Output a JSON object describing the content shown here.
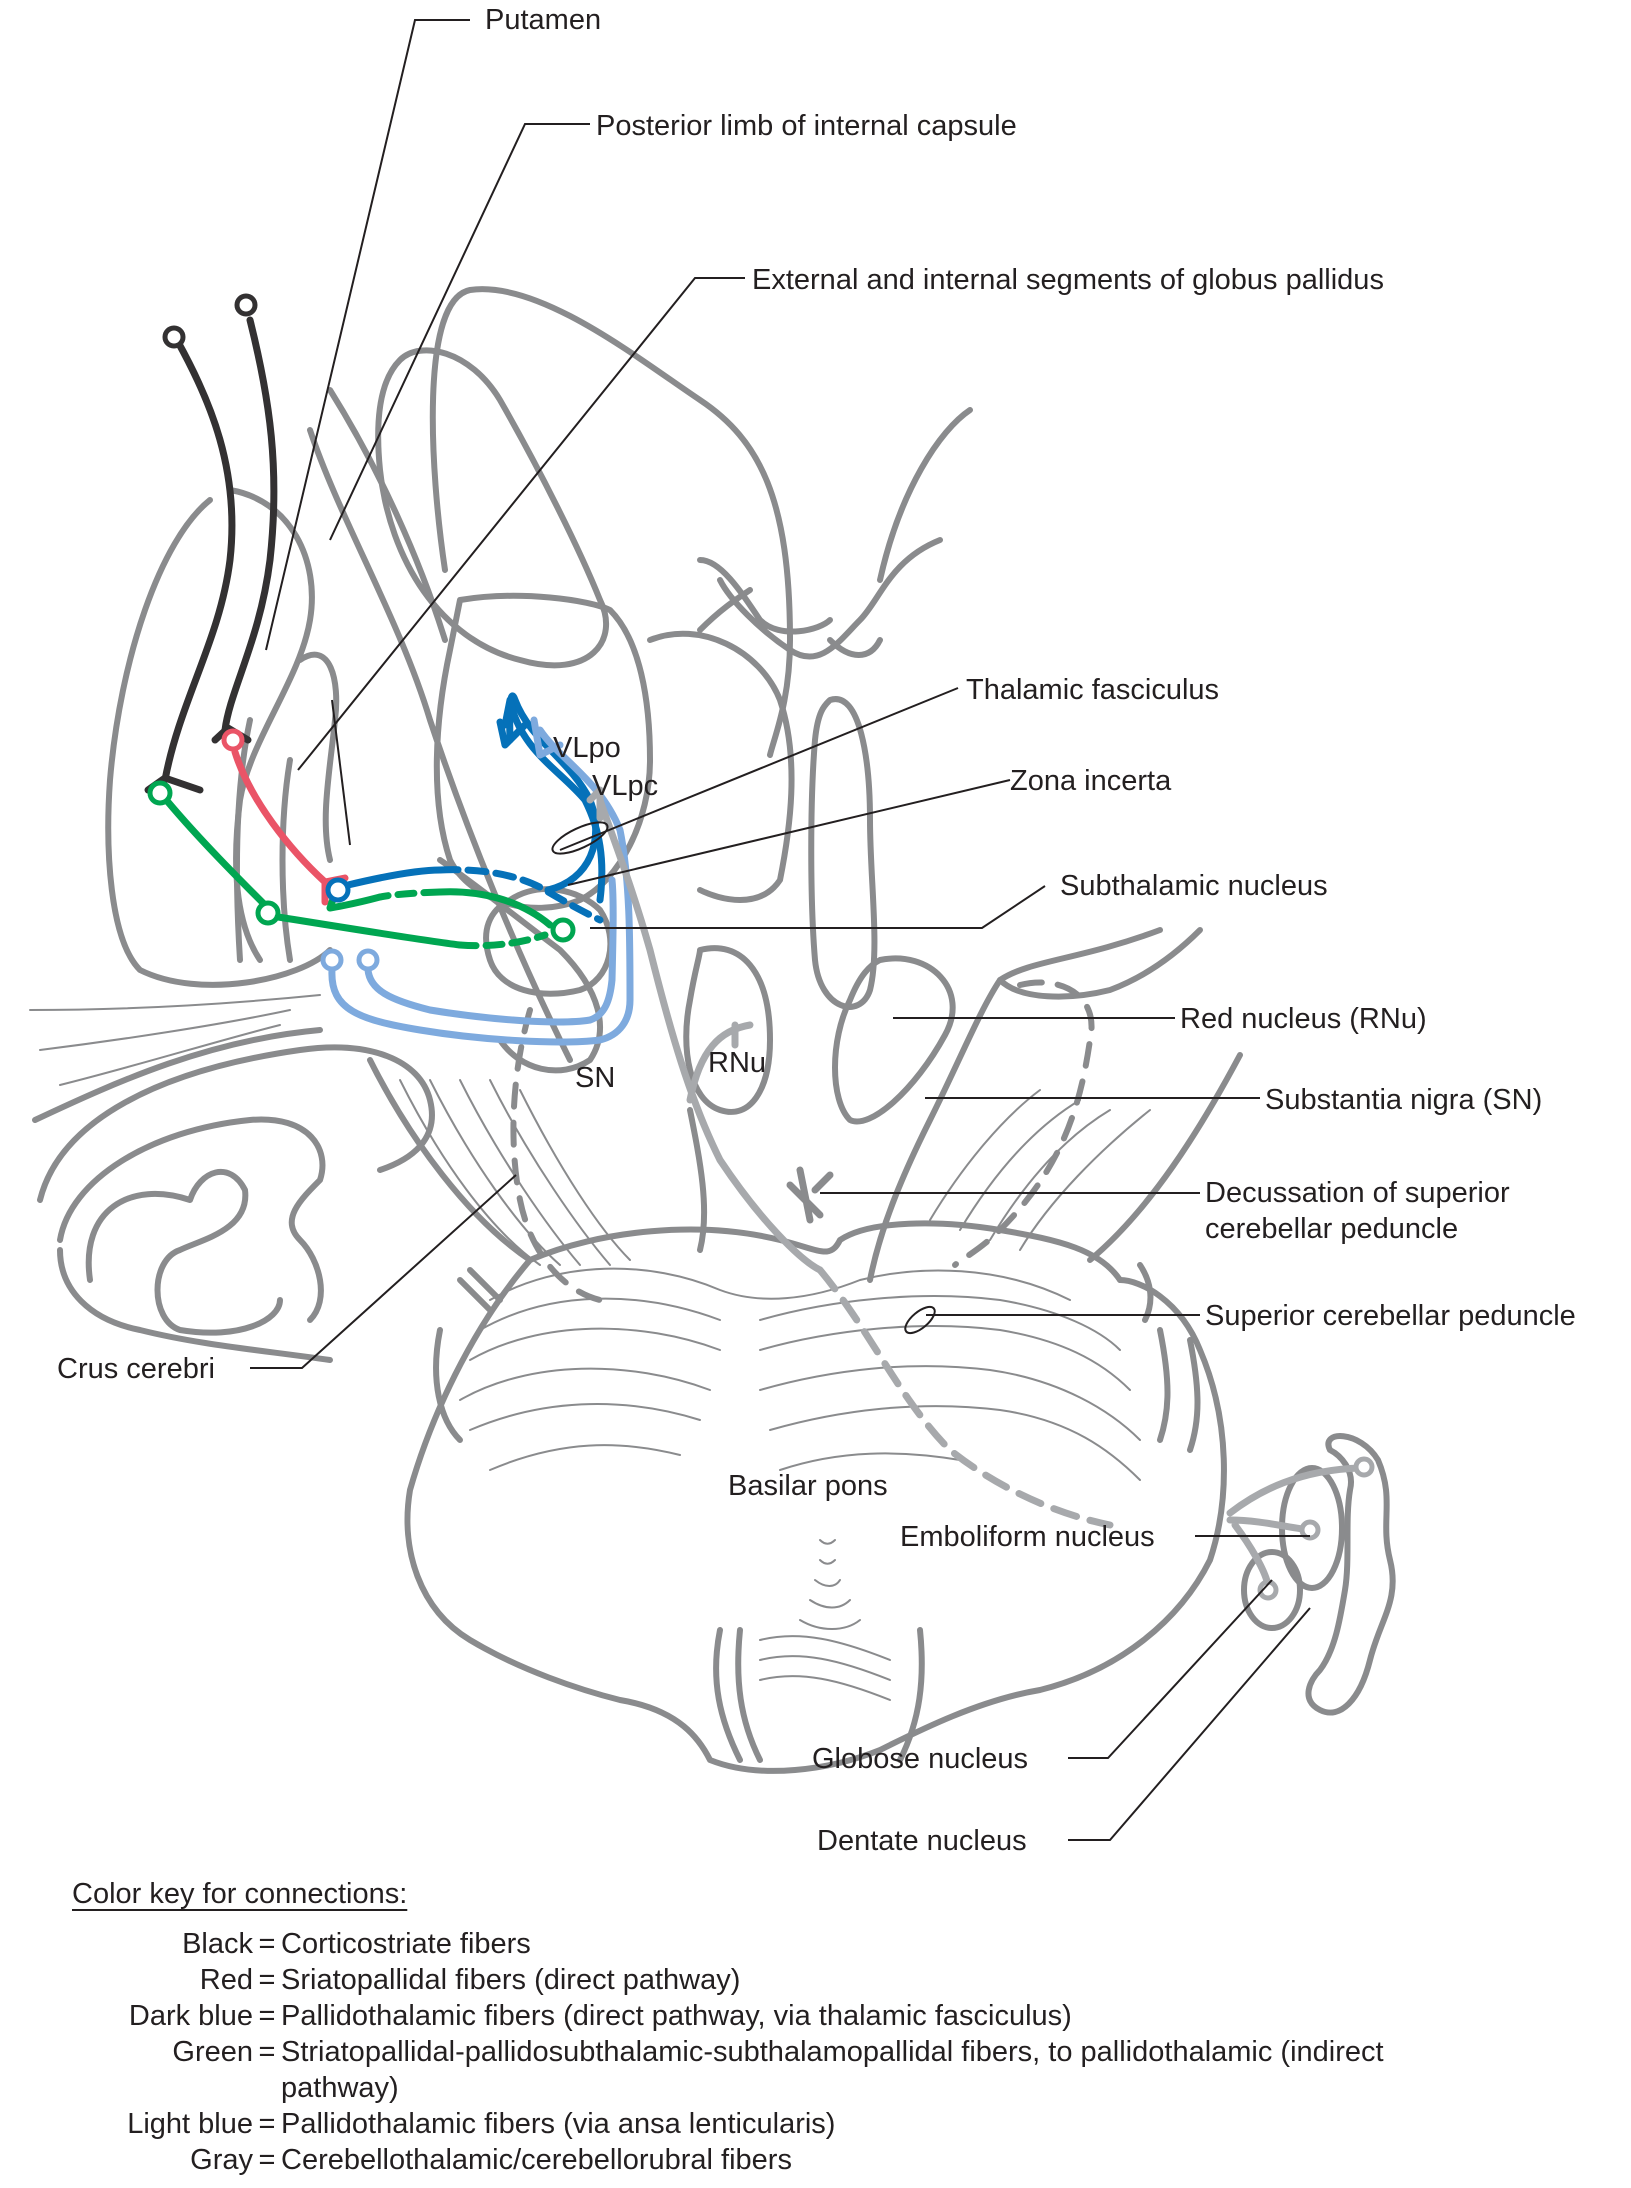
{
  "figure": {
    "labels": {
      "putamen": "Putamen",
      "posterior_limb": "Posterior limb of internal capsule",
      "globus_pallidus": "External and internal segments of globus pallidus",
      "thalamic_fasciculus": "Thalamic fasciculus",
      "zona_incerta": "Zona incerta",
      "subthalamic_nucleus": "Subthalamic nucleus",
      "red_nucleus": "Red nucleus (RNu)",
      "substantia_nigra": "Substantia nigra (SN)",
      "decussation_line1": "Decussation of superior",
      "decussation_line2": "cerebellar peduncle",
      "superior_cerebellar_peduncle": "Superior cerebellar peduncle",
      "crus_cerebri": "Crus cerebri",
      "basilar_pons": "Basilar pons",
      "emboliform_nucleus": "Emboliform nucleus",
      "globose_nucleus": "Globose nucleus",
      "dentate_nucleus": "Dentate nucleus"
    },
    "inline_labels": {
      "vlpo": "VLpo",
      "vlpc": "VLpc",
      "sn": "SN",
      "rnu": "RNu"
    },
    "pathway_colors": {
      "black": "#333132",
      "red": "#ea5467",
      "dark_blue": "#0571b9",
      "green": "#00a651",
      "light_blue": "#7eaade",
      "gray": "#a7a9ac",
      "anatomy": "#8a8b8d"
    }
  },
  "color_key": {
    "title": "Color key for connections:",
    "entries": [
      {
        "color": "Black",
        "description": "Corticostriate fibers"
      },
      {
        "color": "Red",
        "description": "Sriatopallidal fibers (direct pathway)"
      },
      {
        "color": "Dark blue",
        "description": "Pallidothalamic fibers (direct pathway, via thalamic fasciculus)"
      },
      {
        "color": "Green",
        "description": "Striatopallidal-pallidosubthalamic-subthalamopallidal fibers, to pallidothalamic (indirect pathway)"
      },
      {
        "color": "Light blue",
        "description": "Pallidothalamic fibers (via ansa lenticularis)"
      },
      {
        "color": "Gray",
        "description": "Cerebellothalamic/cerebellorubral fibers"
      }
    ]
  }
}
